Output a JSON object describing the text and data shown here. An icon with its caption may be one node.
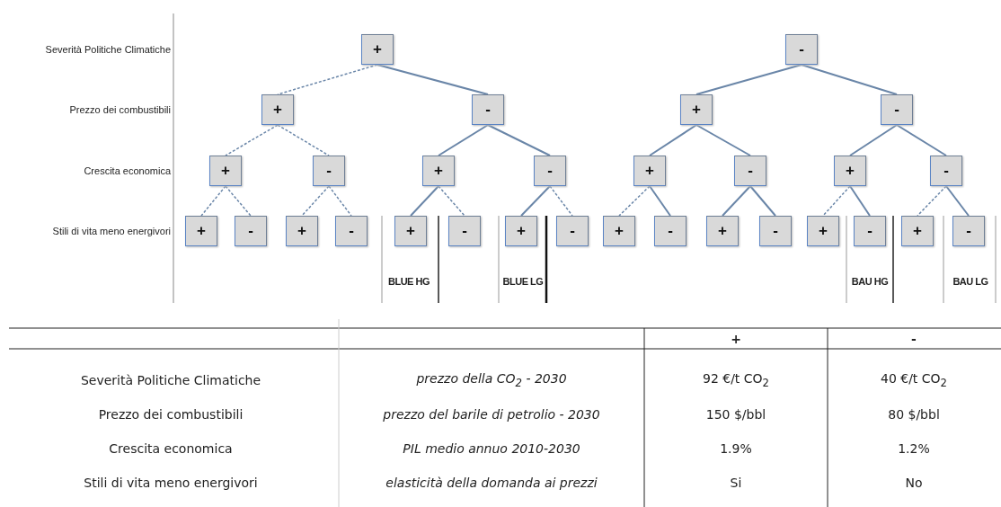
{
  "diagram": {
    "nodes": [
      {
        "text": [
          "+"
        ]
      },
      {
        "text": [
          "-"
        ]
      },
      {
        "text": [
          "+"
        ]
      },
      {
        "text": [
          "-"
        ]
      },
      {
        "text": [
          "+"
        ]
      },
      {
        "text": [
          "-"
        ]
      },
      {
        "text": [
          "+"
        ]
      },
      {
        "text": [
          "-"
        ]
      },
      {
        "text": [
          "+"
        ]
      },
      {
        "text": [
          "-"
        ]
      },
      {
        "text": [
          "+"
        ]
      },
      {
        "text": [
          "-"
        ]
      },
      {
        "text": [
          "+"
        ]
      },
      {
        "text": [
          "-"
        ]
      },
      {
        "text": [
          "+"
        ]
      },
      {
        "text": [
          "-"
        ]
      },
      {
        "text": [
          "+"
        ]
      },
      {
        "text": [
          "-"
        ]
      },
      {
        "text": [
          "+"
        ]
      },
      {
        "text": [
          "-"
        ]
      },
      {
        "text": [
          "+"
        ]
      },
      {
        "text": [
          "-"
        ]
      },
      {
        "text": [
          "+"
        ]
      },
      {
        "text": [
          "-"
        ]
      },
      {
        "text": [
          "+"
        ]
      },
      {
        "text": [
          "-"
        ]
      },
      {
        "text": [
          "+"
        ]
      },
      {
        "text": [
          "-"
        ]
      },
      {
        "text": [
          "+"
        ]
      },
      {
        "text": [
          "-"
        ]
      }
    ],
    "edges": [
      {
        "from": 0,
        "to": 2,
        "arrow": "none",
        "style": "dashed"
      },
      {
        "from": 0,
        "to": 3,
        "arrow": "none"
      },
      {
        "from": 1,
        "to": 4,
        "arrow": "none"
      },
      {
        "from": 1,
        "to": 5,
        "arrow": "none"
      },
      {
        "from": 2,
        "to": 6,
        "arrow": "none",
        "style": "dashed"
      },
      {
        "from": 2,
        "to": 7,
        "arrow": "none",
        "style": "dashed"
      },
      {
        "from": 3,
        "to": 8,
        "arrow": "none"
      },
      {
        "from": 3,
        "to": 9,
        "arrow": "none"
      },
      {
        "from": 4,
        "to": 10,
        "arrow": "none"
      },
      {
        "from": 4,
        "to": 11,
        "arrow": "none"
      },
      {
        "from": 5,
        "to": 12,
        "arrow": "none"
      },
      {
        "from": 5,
        "to": 13,
        "arrow": "none"
      },
      {
        "from": 6,
        "to": 14,
        "arrow": "none",
        "style": "dashed"
      },
      {
        "from": 6,
        "to": 15,
        "arrow": "none",
        "style": "dashed"
      },
      {
        "from": 7,
        "to": 16,
        "arrow": "none",
        "style": "dashed"
      },
      {
        "from": 7,
        "to": 17,
        "arrow": "none",
        "style": "dashed"
      },
      {
        "from": 8,
        "to": 18,
        "arrow": "none"
      },
      {
        "from": 8,
        "to": 19,
        "arrow": "none",
        "style": "dashed"
      },
      {
        "from": 9,
        "to": 20,
        "arrow": "none"
      },
      {
        "from": 9,
        "to": 21,
        "arrow": "none",
        "style": "dashed"
      },
      {
        "from": 10,
        "to": 22,
        "arrow": "none",
        "style": "dashed"
      },
      {
        "from": 10,
        "to": 23,
        "arrow": "none"
      },
      {
        "from": 11,
        "to": 24,
        "arrow": "none"
      },
      {
        "from": 11,
        "to": 25,
        "arrow": "none"
      },
      {
        "from": 12,
        "to": 26,
        "arrow": "none",
        "style": "dashed"
      },
      {
        "from": 12,
        "to": 27,
        "arrow": "none"
      },
      {
        "from": 13,
        "to": 28,
        "arrow": "none",
        "style": "dashed"
      },
      {
        "from": 13,
        "to": 29,
        "arrow": "none"
      }
    ],
    "labels": [
      "Severità Politiche Climatiche",
      "Prezzo dei combustibili",
      "Crescita economica",
      "Stili di vita meno energivori",
      "BLUE HG",
      "BLUE LG",
      "BAU HG",
      "BAU LG",
      "+",
      "-",
      "Severità Politiche Climatiche",
      "prezzo della CO$_{2}$ - 2030",
      "92 €/t CO$_{2}$",
      "40 €/t CO$_{2}$",
      "Prezzo dei combustibili",
      "prezzo del barile di petrolio - 2030",
      "150 $/bbl",
      "80 $/bbl",
      "Crescita economica",
      "PIL medio annuo 2010-2030",
      "1.9%",
      "1.2%",
      "Stili di vita meno energivori",
      "elasticità della domanda ai prezzi",
      "Si",
      "No"
    ]
  }
}
